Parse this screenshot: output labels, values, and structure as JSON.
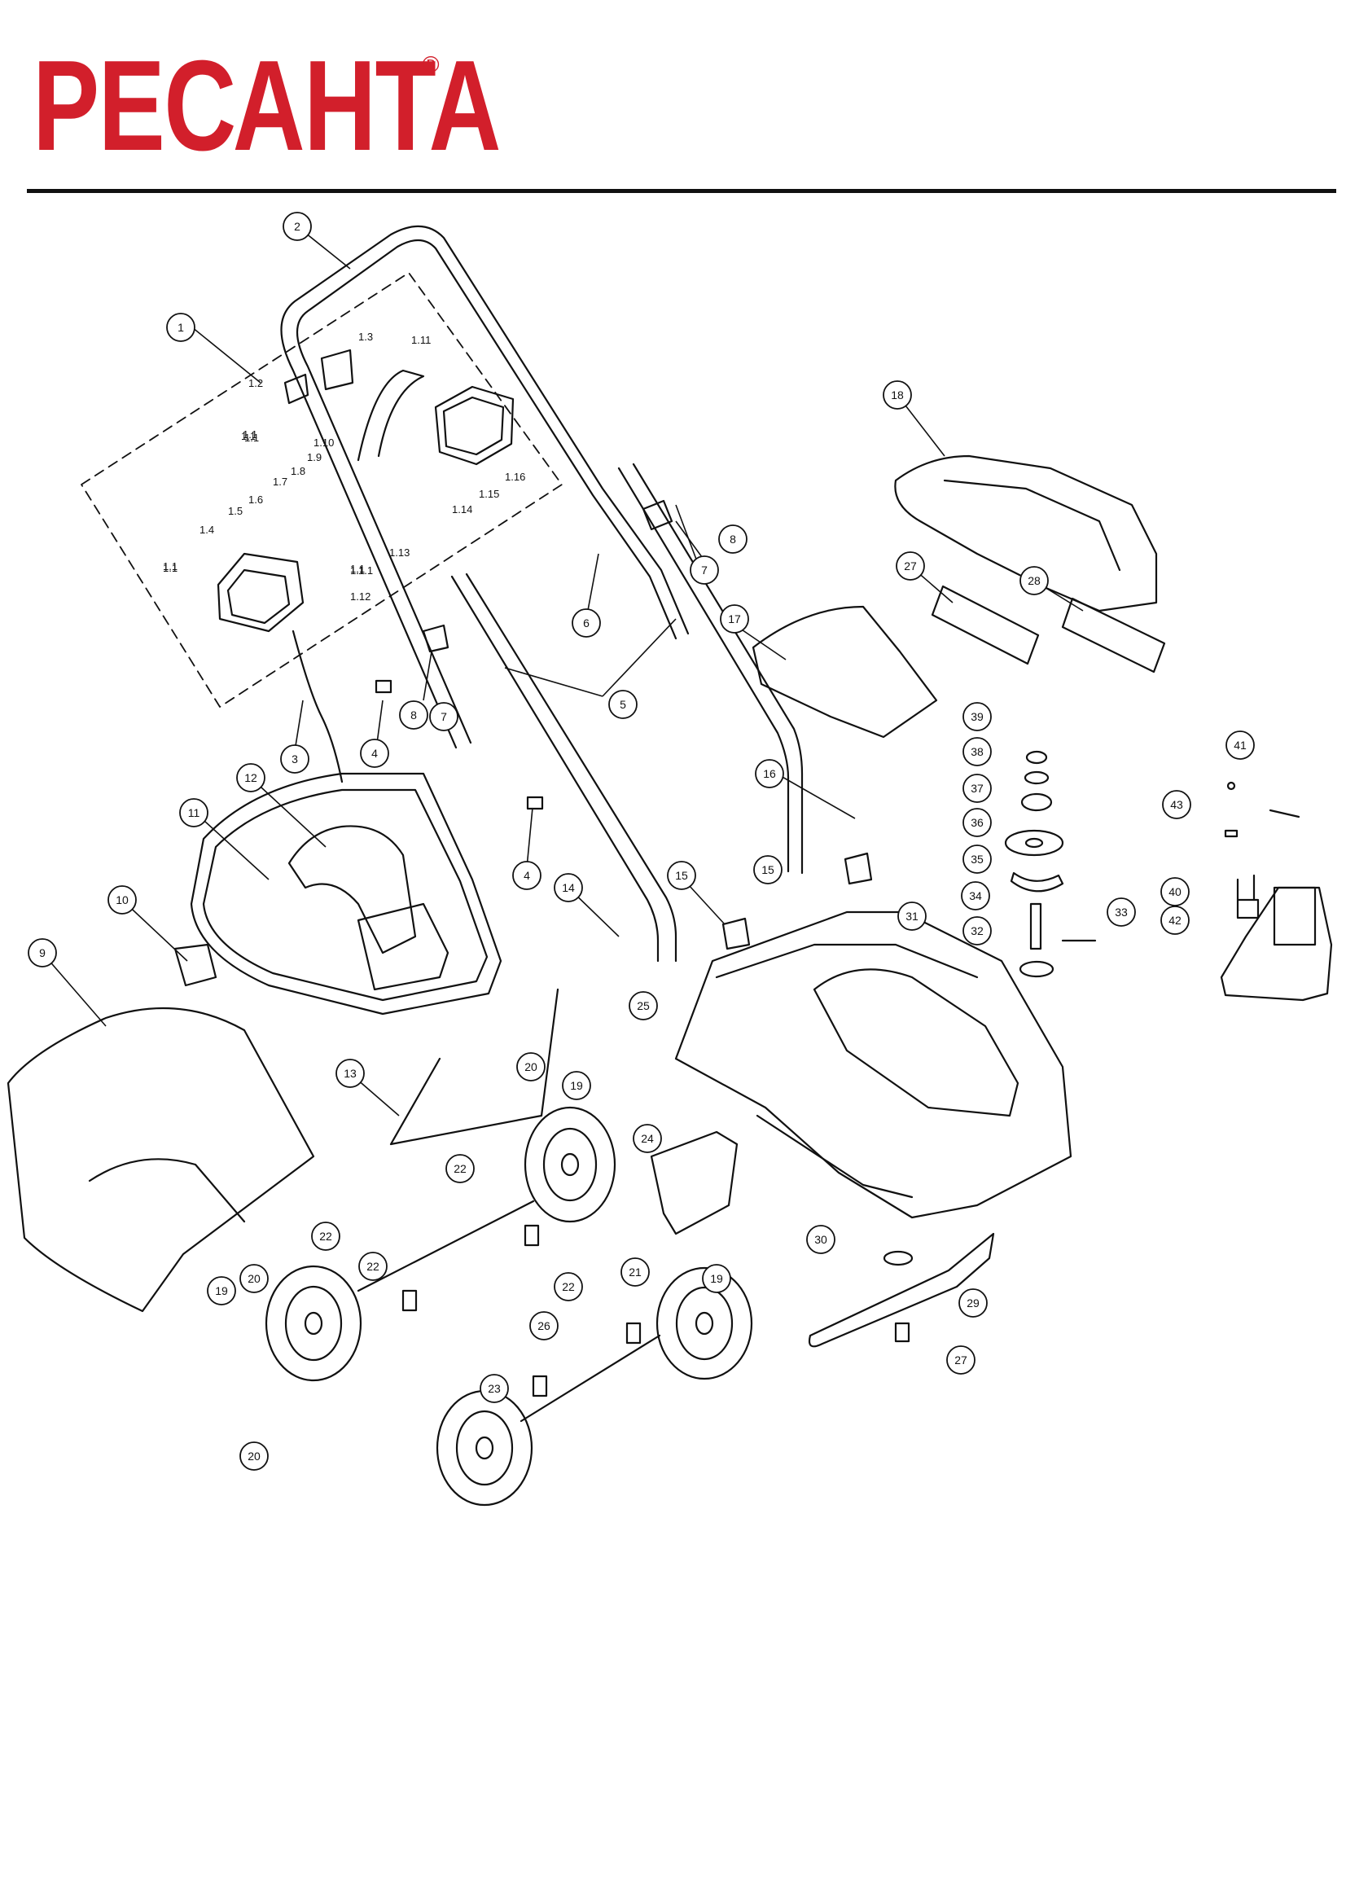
{
  "brand": {
    "name": "РЕСАНТА",
    "registered": "®",
    "color": "#d21f2b"
  },
  "diagram": {
    "type": "exploded-parts-view",
    "callouts": [
      "1",
      "2",
      "3",
      "4",
      "4",
      "5",
      "6",
      "7",
      "7",
      "8",
      "8",
      "9",
      "10",
      "11",
      "12",
      "13",
      "14",
      "15",
      "15",
      "16",
      "17",
      "18",
      "19",
      "19",
      "19",
      "20",
      "20",
      "20",
      "21",
      "22",
      "22",
      "22",
      "22",
      "23",
      "24",
      "25",
      "26",
      "27",
      "27",
      "28",
      "29",
      "30",
      "31",
      "32",
      "33",
      "34",
      "35",
      "36",
      "37",
      "38",
      "39",
      "40",
      "41",
      "42",
      "43"
    ],
    "sublabels": [
      "1.1",
      "1.1",
      "1.1",
      "1.1",
      "1.1",
      "1.1",
      "1.1",
      "1.1",
      "1.1",
      "1.2",
      "1.3",
      "1.4",
      "1.5",
      "1.6",
      "1.7",
      "1.8",
      "1.9",
      "1.10",
      "1.11",
      "1.12",
      "1.13",
      "1.14",
      "1.15",
      "1.16"
    ]
  }
}
